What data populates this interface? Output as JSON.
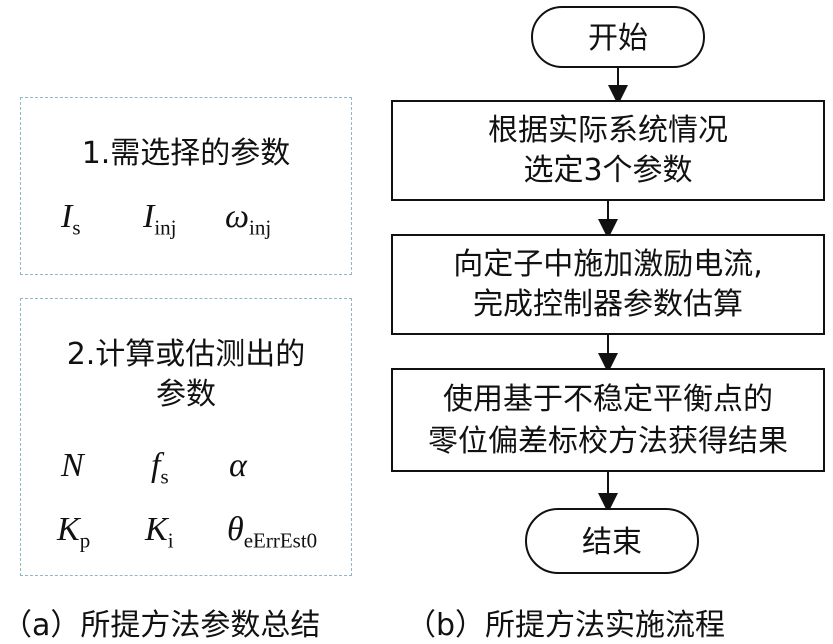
{
  "panel_a": {
    "box1": {
      "title": "1.需选择的参数",
      "params": [
        {
          "base": "I",
          "sub": "s"
        },
        {
          "base": "I",
          "sub": "inj"
        },
        {
          "base": "ω",
          "sub": "inj"
        }
      ]
    },
    "box2": {
      "title_line1": "2.计算或估测出的",
      "title_line2": "参数",
      "row1": [
        {
          "base": "N",
          "sub": ""
        },
        {
          "base": "f",
          "sub": "s"
        },
        {
          "base": "α",
          "sub": ""
        }
      ],
      "row2": [
        {
          "base": "K",
          "sub": "p"
        },
        {
          "base": "K",
          "sub": "i"
        },
        {
          "base": "θ",
          "sub": "eErrEst0"
        }
      ]
    },
    "caption": "（a）所提方法参数总结"
  },
  "panel_b": {
    "start": "开始",
    "step1_line1": "根据实际系统情况",
    "step1_line2": "选定3个参数",
    "step2_line1": "向定子中施加激励电流,",
    "step2_line2": "完成控制器参数估算",
    "step3_line1": "使用基于不稳定平衡点的",
    "step3_line2": "零位偏差标校方法获得结果",
    "end": "结束",
    "caption": "（b）所提方法实施流程"
  }
}
